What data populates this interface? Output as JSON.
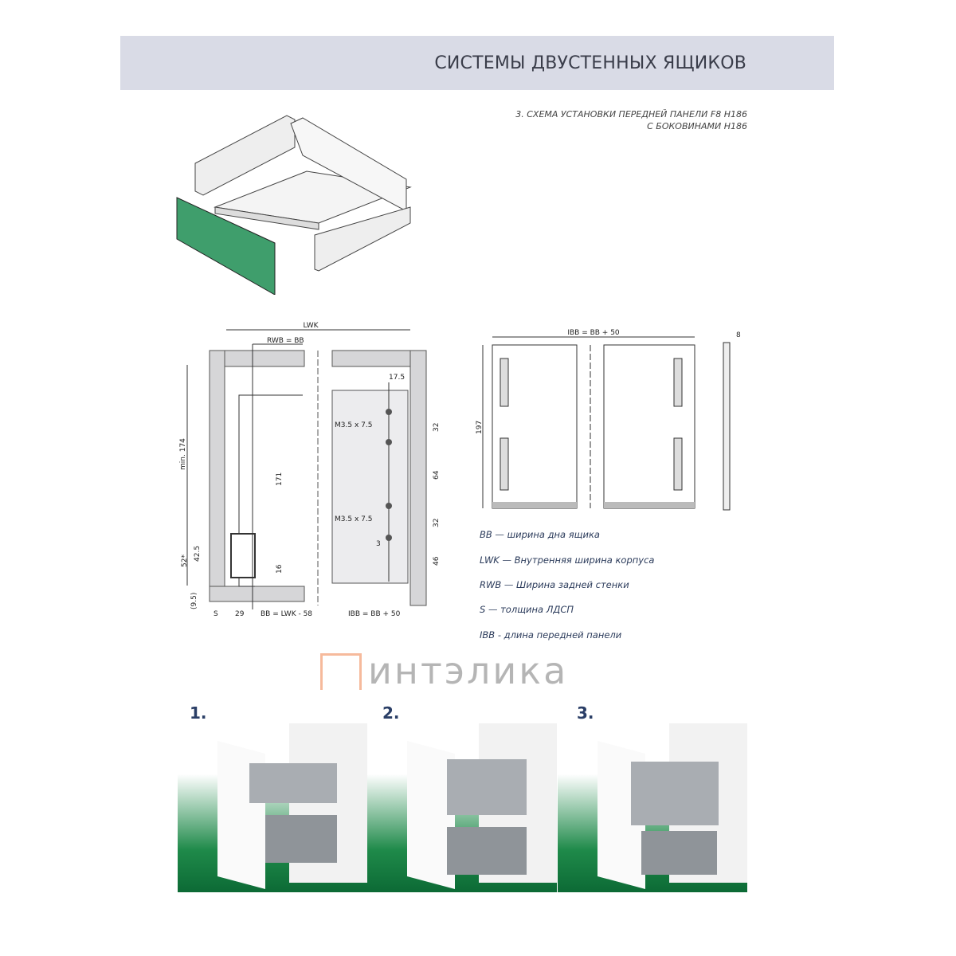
{
  "header": {
    "title": "СИСТЕМЫ ДВУСТЕННЫХ ЯЩИКОВ"
  },
  "subtitle": {
    "line1": "3. СХЕМА УСТАНОВКИ ПЕРЕДНЕЙ ПАНЕЛИ F8  H186",
    "line2": "С БОКОВИНАМИ H186"
  },
  "colors": {
    "front_panel": "#3f9e6c",
    "header_bg": "#d9dbe6",
    "grey_panel": "#d6d6d8"
  },
  "section_drawing": {
    "lwk": "LWK",
    "rwb": "RWB = BB",
    "d175": "17.5",
    "min174": "min. 174",
    "d171": "171",
    "d32a": "32",
    "d64": "64",
    "d32b": "32",
    "d46": "46",
    "d52": "52*",
    "d425": "42.5",
    "d16": "16",
    "d95": "(9.5)",
    "d3": "3",
    "screw1": "M3.5 x 7.5",
    "screw2": "M3.5 x 7.5",
    "s": "S",
    "d29": "29",
    "bb": "BB = LWK -  58",
    "ibb": "IBB = BB + 50"
  },
  "front_drawing": {
    "ibb": "IBB = BB + 50",
    "h197": "197",
    "t8": "8"
  },
  "legend": [
    "BB — ширина дна ящика",
    "LWK — Внутренняя ширина корпуса",
    "RWB — Ширина задней стенки",
    "S  — толщина ЛДСП",
    "IBB - длина передней панели"
  ],
  "watermark": "интэлика",
  "photos": [
    {
      "label": "1."
    },
    {
      "label": "2."
    },
    {
      "label": "3."
    }
  ]
}
